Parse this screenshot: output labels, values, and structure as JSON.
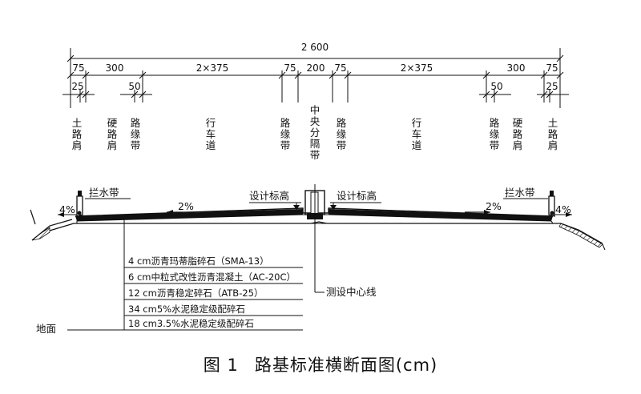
{
  "figure": {
    "caption_number": "图 1",
    "caption_text": "路基标准横断面图(cm)"
  },
  "dimensions": {
    "total": "2 600",
    "top_row": [
      "75",
      "300",
      "2×375",
      "75",
      "200",
      "75",
      "2×375",
      "300",
      "75"
    ],
    "sub": [
      "25",
      "50",
      "50",
      "25"
    ]
  },
  "zones": [
    "土路肩",
    "硬路肩",
    "路缘带",
    "行车道",
    "路缘带",
    "中央分隔带",
    "路缘带",
    "行车道",
    "路缘带",
    "硬路肩",
    "土路肩"
  ],
  "annotations": {
    "curb_left": "拦水带",
    "curb_right": "拦水带",
    "design_elev_left": "设计标高",
    "design_elev_right": "设计标高",
    "slope_left_main": "2%",
    "slope_right_main": "2%",
    "slope_left_shoulder": "4%",
    "slope_right_shoulder": "4%",
    "centerline": "测设中心线",
    "ground": "地面"
  },
  "pavement_layers": [
    "4 cm沥青玛蒂脂碎石（SMA-13）",
    "6 cm中粒式改性沥青混凝土（AC-20C）",
    "12 cm沥青稳定碎石（ATB-25）",
    "34 cm5%水泥稳定级配碎石",
    "18 cm3.5%水泥稳定级配碎石"
  ]
}
